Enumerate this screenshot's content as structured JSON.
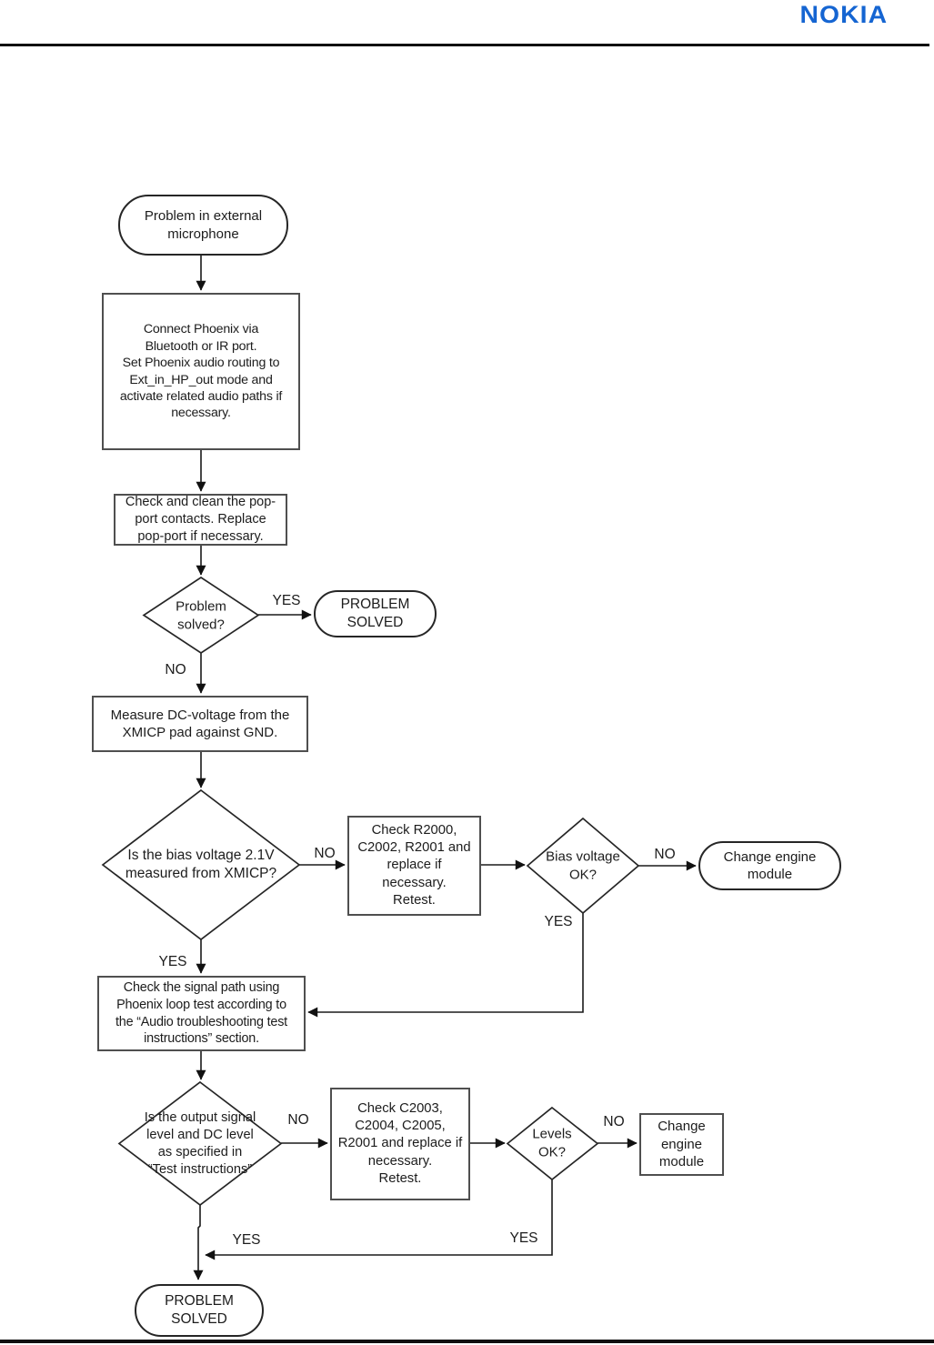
{
  "header": {
    "logo": "NOKIA",
    "logo_color": "#1565d2"
  },
  "flowchart": {
    "labels": {
      "yes": "YES",
      "no": "NO"
    },
    "nodes": {
      "start": "Problem in external\nmicrophone",
      "connect_phoenix": "Connect Phoenix via\nBluetooth or IR port.\nSet Phoenix audio routing to\nExt_in_HP_out mode and\nactivate related audio paths if\nnecessary.",
      "clean_popport": "Check and clean the pop-\nport contacts. Replace\npop-port if necessary.",
      "problem_solved_q": "Problem\nsolved?",
      "problem_solved_end_1": "PROBLEM\nSOLVED",
      "measure_dc": "Measure DC-voltage from the\nXMICP pad against GND.",
      "bias_voltage_q": "Is the bias voltage 2.1V\nmeasured from XMICP?",
      "check_r2000": "Check R2000,\nC2002, R2001 and\nreplace if\nnecessary.\nRetest.",
      "bias_ok_q": "Bias voltage\nOK?",
      "change_engine_1": "Change engine\nmodule",
      "check_signal_path": "Check the signal path using\nPhoenix loop test according to\nthe “Audio troubleshooting test\ninstructions” section.",
      "output_signal_q": "Is the output signal\nlevel and DC level\nas specified in\n“Test instructions”",
      "check_c2003": "Check C2003,\nC2004, C2005,\nR2001 and replace if\nnecessary.\nRetest.",
      "levels_ok_q": "Levels\nOK?",
      "change_engine_2": "Change\nengine\nmodule",
      "problem_solved_end_2": "PROBLEM\nSOLVED"
    }
  }
}
